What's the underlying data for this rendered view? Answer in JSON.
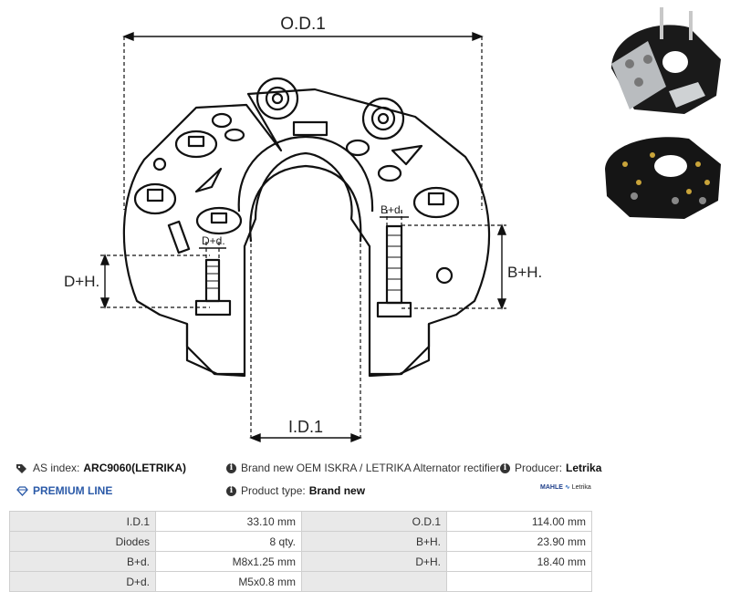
{
  "drawing": {
    "od_label": "O.D.1",
    "id_label": "I.D.1",
    "dh_label": "D+H.",
    "dd_label": "D+d.",
    "bd_label": "B+d.",
    "bh_label": "B+H."
  },
  "info": {
    "as_index_label": "AS index:",
    "as_index_value": "ARC9060(LETRIKA)",
    "description": "Brand new OEM ISKRA / LETRIKA Alternator rectifier",
    "producer_label": "Producer:",
    "producer_value": "Letrika",
    "premium": "PREMIUM LINE",
    "product_type_label": "Product type:",
    "product_type_value": "Brand new",
    "brand_left": "MAHLE",
    "brand_right": "Letrika"
  },
  "specs": [
    [
      "I.D.1",
      "33.10 mm",
      "O.D.1",
      "114.00 mm"
    ],
    [
      "Diodes",
      "8 qty.",
      "B+H.",
      "23.90 mm"
    ],
    [
      "B+d.",
      "M8x1.25 mm",
      "D+H.",
      "18.40 mm"
    ],
    [
      "D+d.",
      "M5x0.8 mm",
      "",
      ""
    ]
  ],
  "icons": {
    "tag": "tag-icon",
    "info": "info-icon",
    "diamond": "diamond-icon"
  }
}
